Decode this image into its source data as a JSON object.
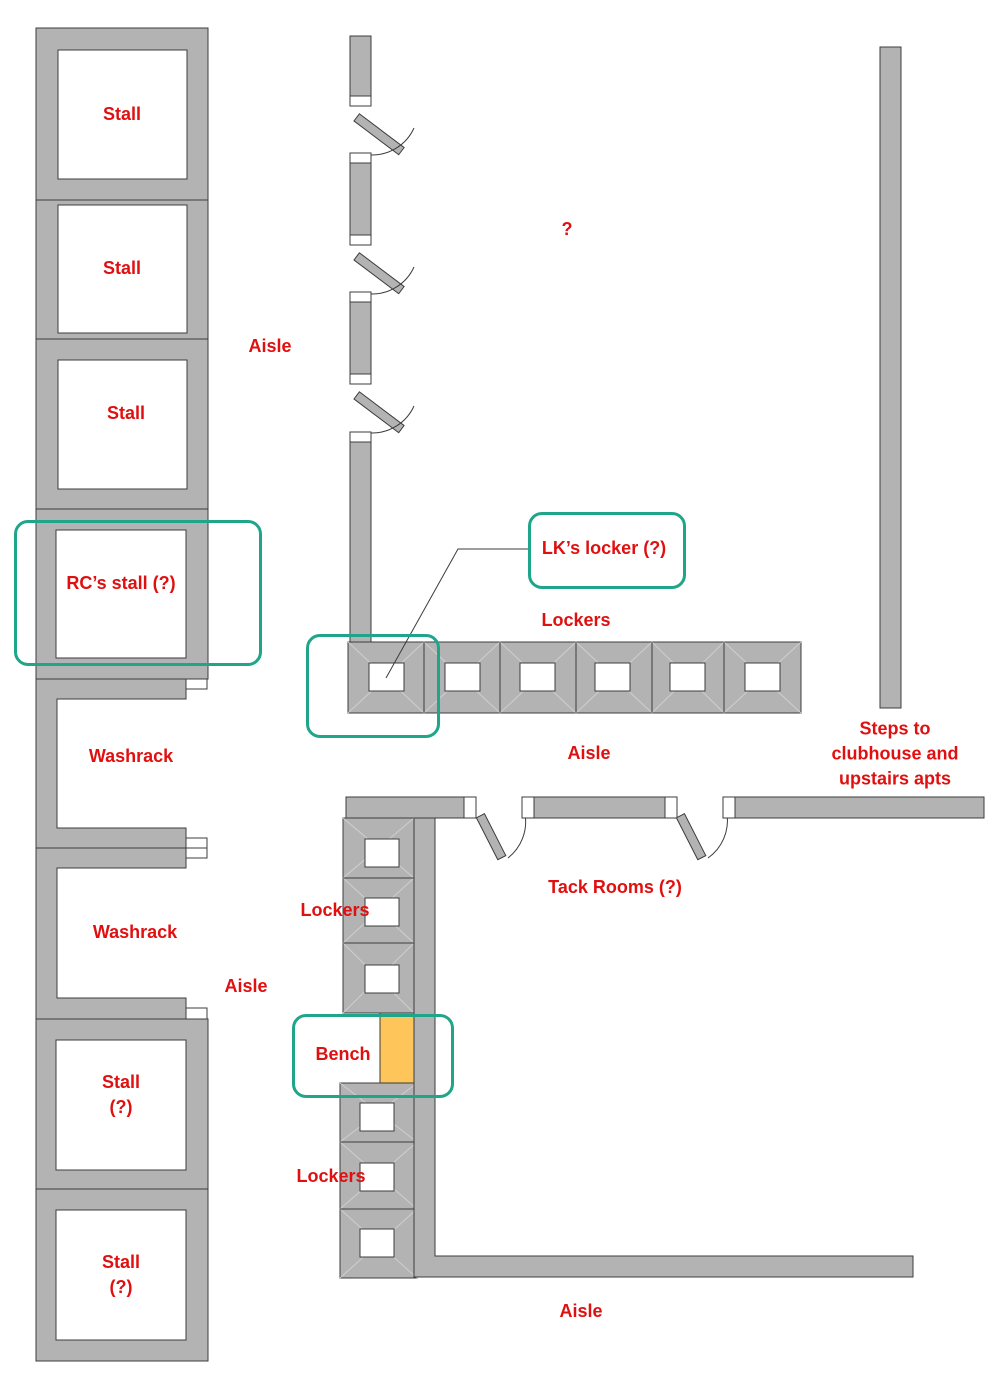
{
  "colors": {
    "wall_fill": "#b3b3b3",
    "wall_stroke": "#3c3c3c",
    "bench_fill": "#fdc55a",
    "label_text": "#e01010",
    "callout_border": "#1fa68a"
  },
  "labels": {
    "stall_1": "Stall",
    "stall_2": "Stall",
    "stall_3": "Stall",
    "rc_stall": "RC’s stall (?)",
    "washrack_1": "Washrack",
    "washrack_2": "Washrack",
    "stall_q1": [
      "Stall",
      "(?)"
    ],
    "stall_q2": [
      "Stall",
      "(?)"
    ],
    "aisle_upper": "Aisle",
    "aisle_mid_left": "Aisle",
    "aisle_center": "Aisle",
    "aisle_bottom": "Aisle",
    "unknown_room": "?",
    "lk_locker": "LK’s locker (?)",
    "lockers_top": "Lockers",
    "lockers_left_upper": "Lockers",
    "lockers_left_lower": "Lockers",
    "bench": "Bench",
    "tack_rooms": "Tack Rooms (?)",
    "steps": [
      "Steps to",
      "clubhouse and",
      "upstairs apts"
    ]
  },
  "icons": [
    "door-swing-icon",
    "locker-box-icon",
    "leader-line-icon"
  ]
}
